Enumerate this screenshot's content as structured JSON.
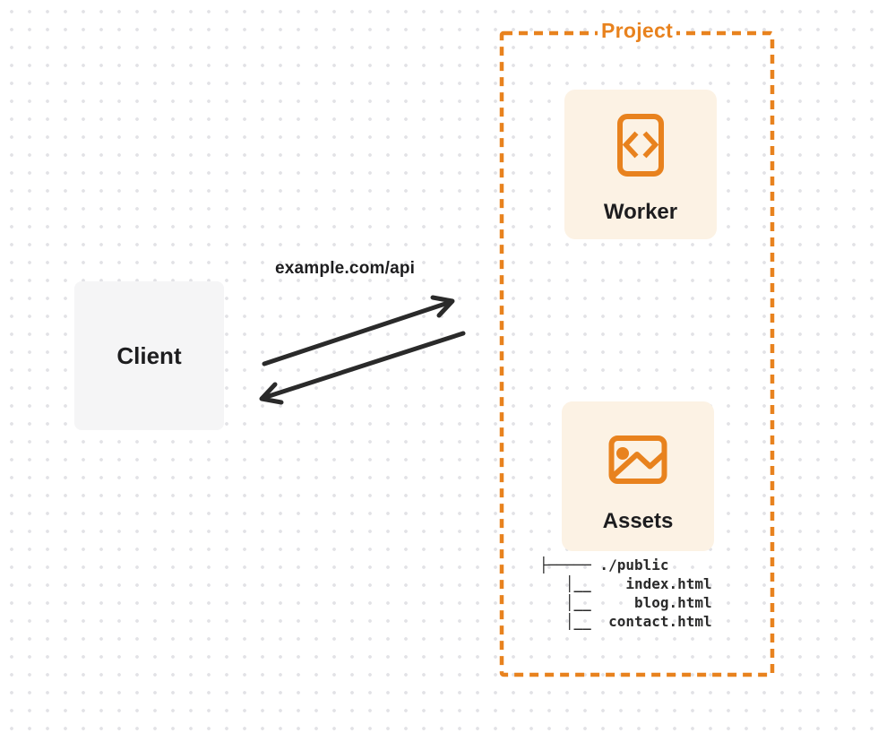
{
  "project": {
    "label": "Project"
  },
  "client": {
    "label": "Client"
  },
  "request": {
    "label": "example.com/api"
  },
  "worker": {
    "label": "Worker",
    "icon": "code-file-icon"
  },
  "assets": {
    "label": "Assets",
    "icon": "image-icon",
    "file_tree": {
      "lines": [
        "├───── ./public",
        "   │__    index.html",
        "   │__     blog.html",
        "   │__  contact.html"
      ]
    }
  },
  "colors": {
    "accent_orange": "#e8821e",
    "card_cream": "#fcf2e4",
    "client_gray": "#f5f5f6",
    "arrow_dark": "#2a2a2a",
    "text_dark": "#1d1d1f",
    "dot_grid": "#e2e2e6",
    "background": "#ffffff"
  }
}
